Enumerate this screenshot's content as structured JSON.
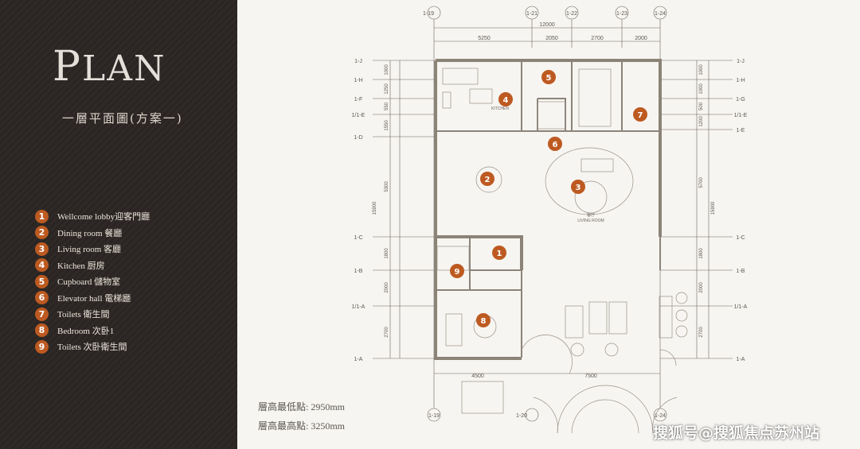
{
  "panel": {
    "title_first": "P",
    "title_rest": "LAN",
    "subtitle": "一層平面圖(方案一)",
    "legend": [
      {
        "num": "1",
        "label": "Wellcome lobby迎客門廳"
      },
      {
        "num": "2",
        "label": "Dining room 餐廳"
      },
      {
        "num": "3",
        "label": "Living room 客廳"
      },
      {
        "num": "4",
        "label": "Kitchen 厨房"
      },
      {
        "num": "5",
        "label": "Cupboard 儲物室"
      },
      {
        "num": "6",
        "label": "Elevator hall 電梯廳"
      },
      {
        "num": "7",
        "label": "Toilets 衛生間"
      },
      {
        "num": "8",
        "label": "Bedroom 次卧1"
      },
      {
        "num": "9",
        "label": "Toilets 次卧衛生間"
      }
    ],
    "height_min": "層高最低點: 2950mm",
    "height_max": "層高最高點: 3250mm"
  },
  "plan": {
    "top_axes": [
      "1-19",
      "1-21",
      "1-22",
      "1-23",
      "1-24"
    ],
    "bottom_axes": [
      "1-19",
      "1-20",
      "1-24"
    ],
    "total_dim": "12000",
    "top_dims": [
      "5250",
      "2050",
      "2700",
      "2000"
    ],
    "bottom_dims": [
      "4500",
      "7500"
    ],
    "left_axes": [
      "1-J",
      "1-H",
      "1-F",
      "1/1-E",
      "1-D",
      "1-C",
      "1-B",
      "1/1-A",
      "1-A"
    ],
    "right_axes": [
      "1-J",
      "1-H",
      "1-G",
      "1/1-E",
      "1-E",
      "1-C",
      "1-B",
      "1/1-A",
      "1-A"
    ],
    "left_dims": [
      "1000",
      "1250",
      "550",
      "1550",
      "5300",
      "1800",
      "2000",
      "2700"
    ],
    "left_total": "15900",
    "right_dims": [
      "1000",
      "1000",
      "500",
      "1200",
      "5700",
      "1800",
      "2000",
      "2700"
    ],
    "right_total": "15900",
    "room_labels": [
      "客厅",
      "LIVING ROOM",
      "KITCHEN"
    ],
    "markers": [
      {
        "num": "1"
      },
      {
        "num": "2"
      },
      {
        "num": "3"
      },
      {
        "num": "4"
      },
      {
        "num": "5"
      },
      {
        "num": "6"
      },
      {
        "num": "7"
      },
      {
        "num": "8"
      },
      {
        "num": "9"
      }
    ],
    "colors": {
      "marker": "#bd5a21",
      "wall": "#8c8378",
      "line": "#6b6560"
    }
  },
  "watermark": "搜狐号@搜狐焦点苏州站"
}
